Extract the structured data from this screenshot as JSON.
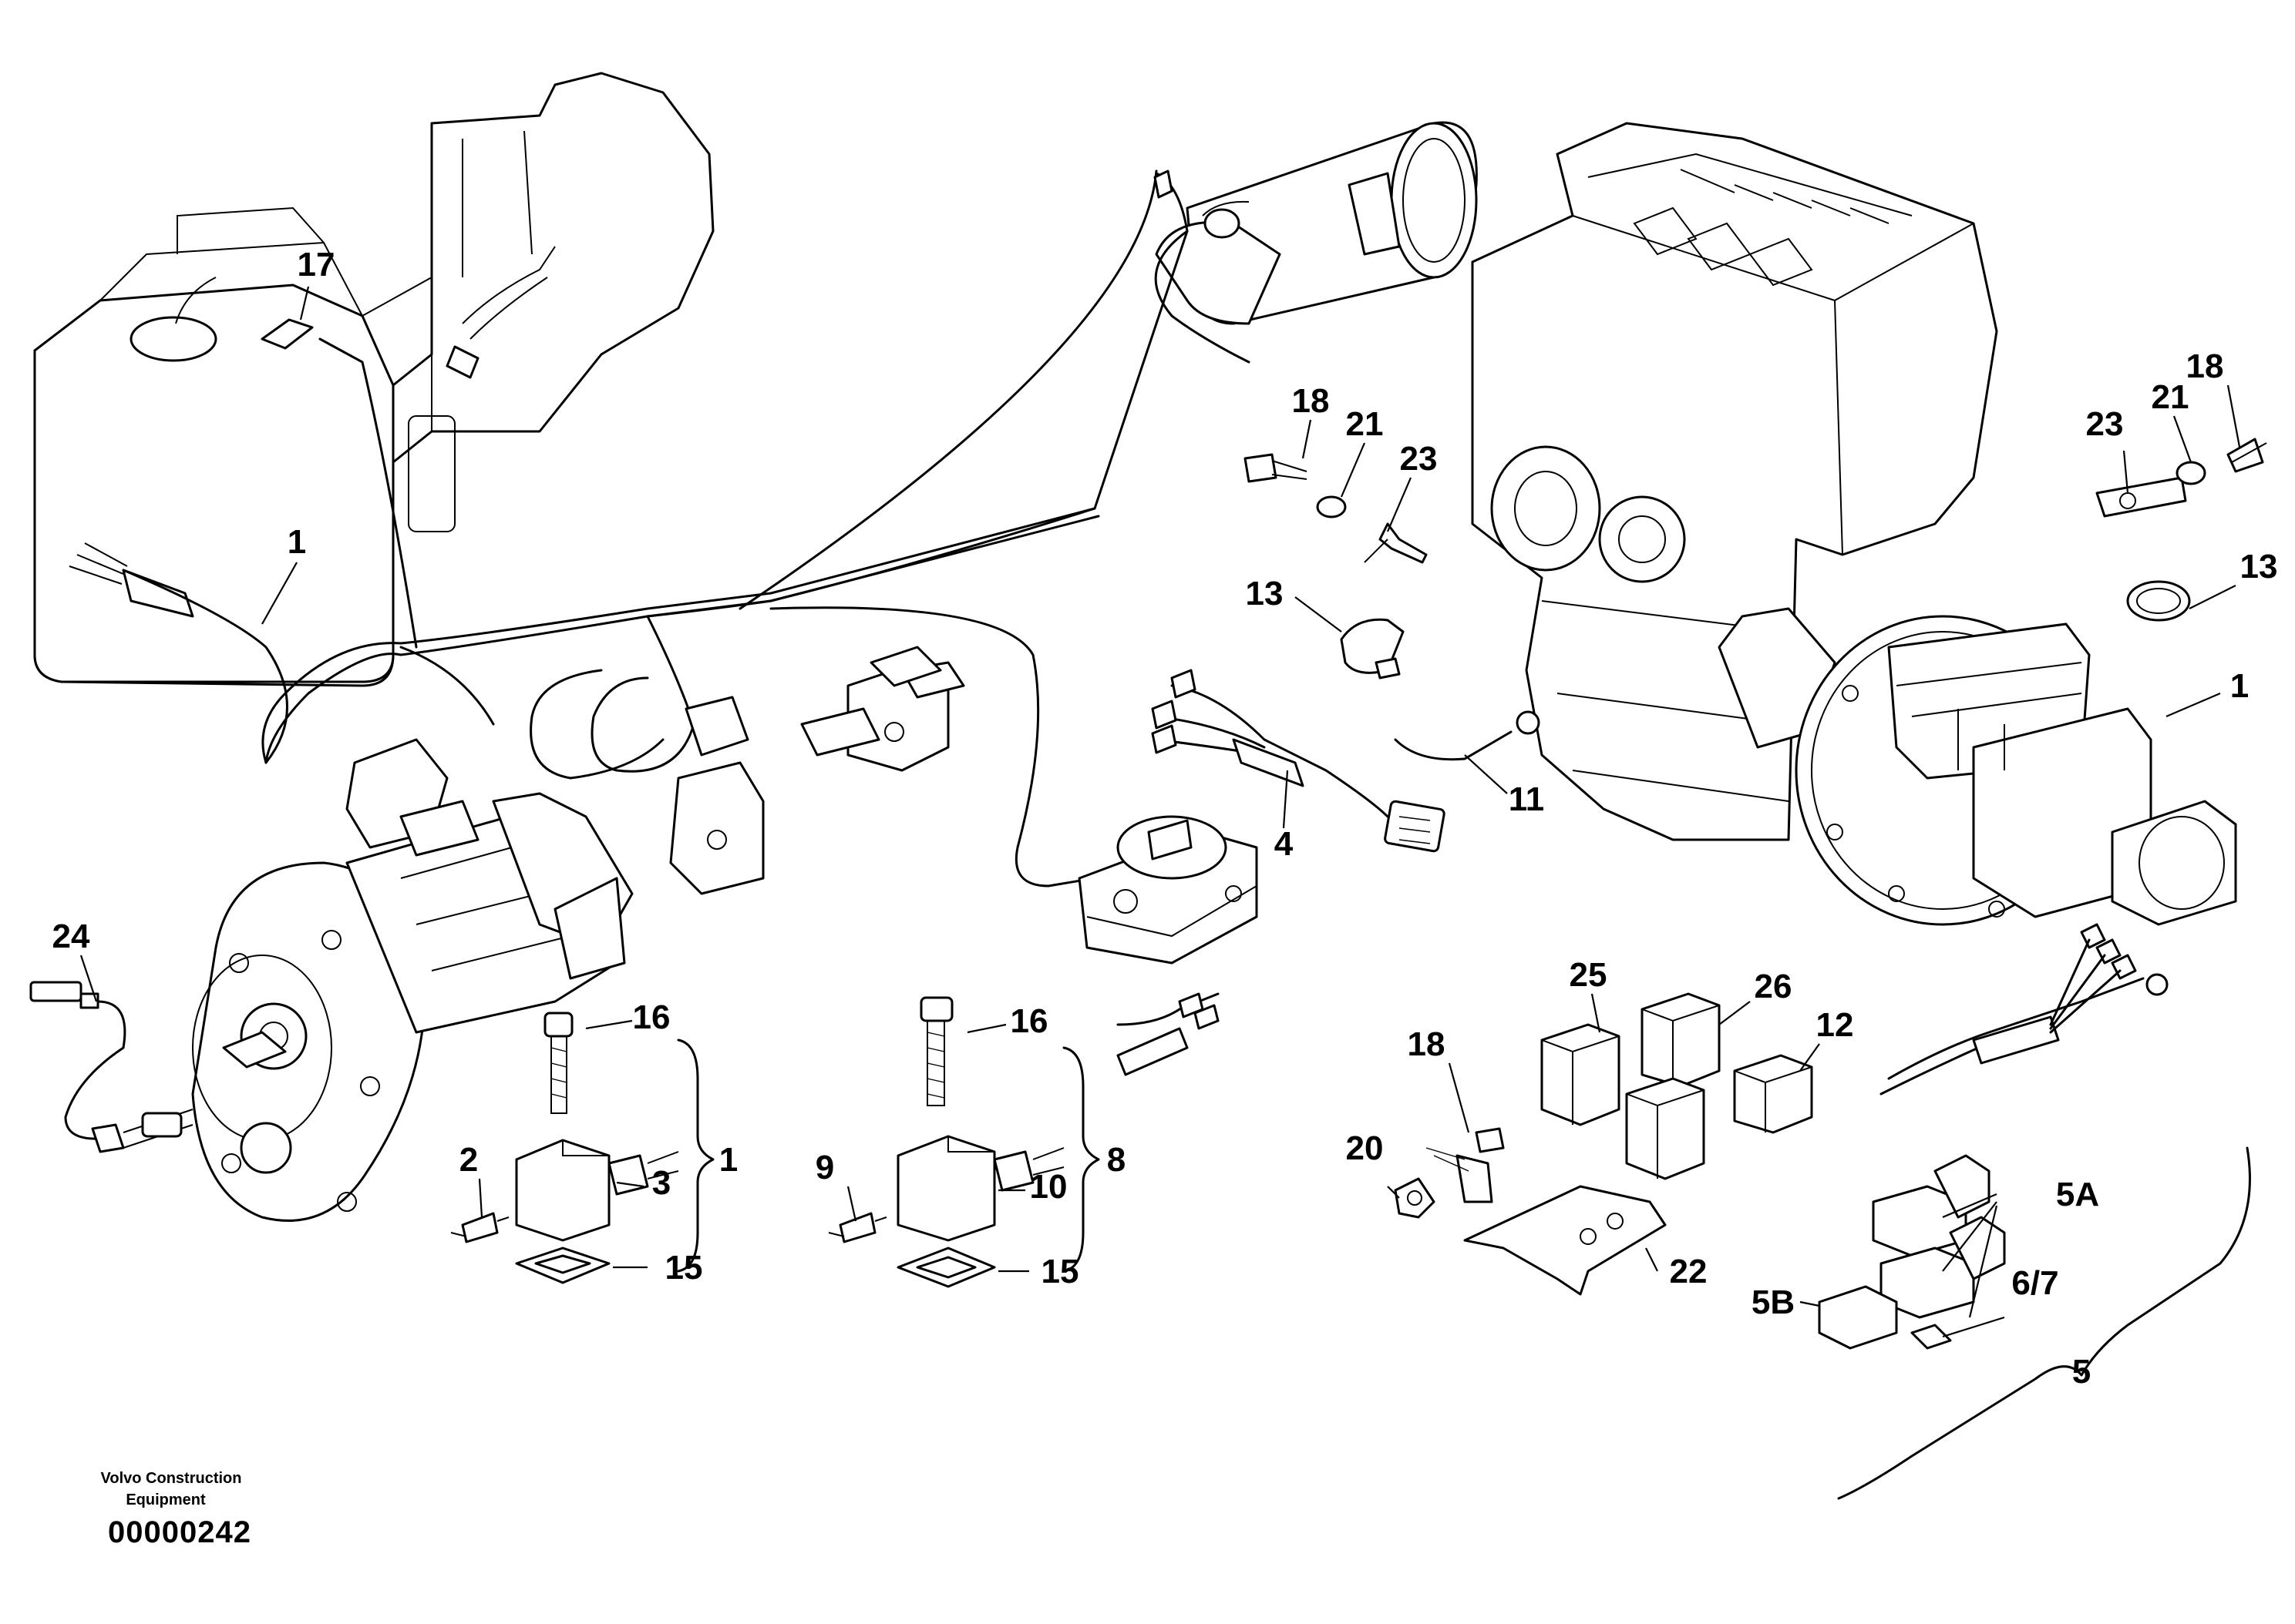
{
  "diagram": {
    "callouts": [
      {
        "id": "c-17",
        "label": "17"
      },
      {
        "id": "c-1-tank",
        "label": "1"
      },
      {
        "id": "c-18-top",
        "label": "18"
      },
      {
        "id": "c-21-top",
        "label": "21"
      },
      {
        "id": "c-23-top",
        "label": "23"
      },
      {
        "id": "c-13-left",
        "label": "13"
      },
      {
        "id": "c-4",
        "label": "4"
      },
      {
        "id": "c-11",
        "label": "11"
      },
      {
        "id": "c-23-right",
        "label": "23"
      },
      {
        "id": "c-21-right",
        "label": "21"
      },
      {
        "id": "c-18-right",
        "label": "18"
      },
      {
        "id": "c-13-right",
        "label": "13"
      },
      {
        "id": "c-1-pump",
        "label": "1"
      },
      {
        "id": "c-24",
        "label": "24"
      },
      {
        "id": "c-16-a",
        "label": "16"
      },
      {
        "id": "c-1-bracket",
        "label": "1"
      },
      {
        "id": "c-2",
        "label": "2"
      },
      {
        "id": "c-3",
        "label": "3"
      },
      {
        "id": "c-15-a",
        "label": "15"
      },
      {
        "id": "c-16-b",
        "label": "16"
      },
      {
        "id": "c-8",
        "label": "8"
      },
      {
        "id": "c-9",
        "label": "9"
      },
      {
        "id": "c-10",
        "label": "10"
      },
      {
        "id": "c-15-b",
        "label": "15"
      },
      {
        "id": "c-25",
        "label": "25"
      },
      {
        "id": "c-26",
        "label": "26"
      },
      {
        "id": "c-12",
        "label": "12"
      },
      {
        "id": "c-18-relay",
        "label": "18"
      },
      {
        "id": "c-20",
        "label": "20"
      },
      {
        "id": "c-22",
        "label": "22"
      },
      {
        "id": "c-5A",
        "label": "5A"
      },
      {
        "id": "c-5B",
        "label": "5B"
      },
      {
        "id": "c-6-7",
        "label": "6/7"
      },
      {
        "id": "c-5",
        "label": "5"
      }
    ],
    "footer": {
      "brand_line1": "Volvo Construction",
      "brand_line2": "Equipment",
      "drawing_number": "00000242"
    }
  }
}
